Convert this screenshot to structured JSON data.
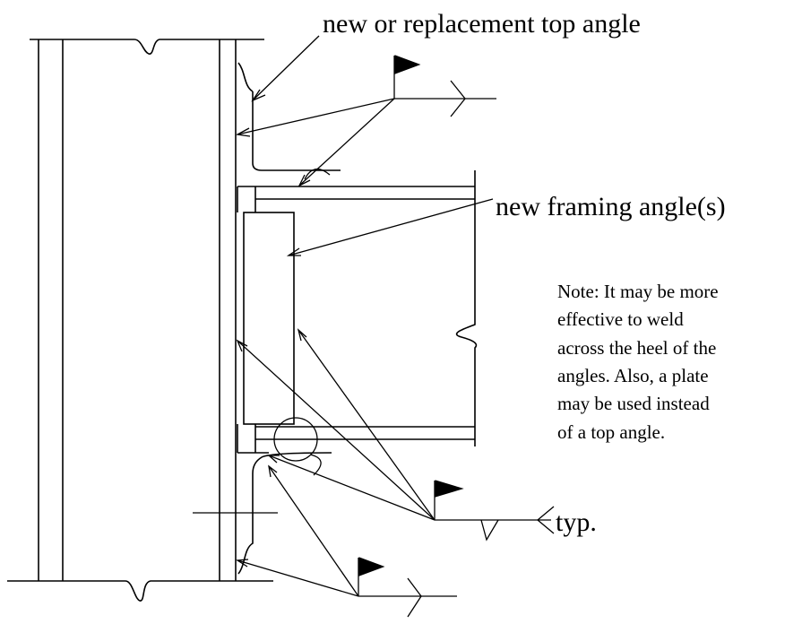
{
  "labels": {
    "top_angle": "new or replacement top angle",
    "framing_angles": "new framing angle(s)",
    "typ": "typ."
  },
  "note": {
    "lines": [
      "Note: It may be more",
      "effective to weld",
      "across the heel of the",
      "angles. Also, a plate",
      "may be used instead",
      "of a top angle."
    ]
  }
}
